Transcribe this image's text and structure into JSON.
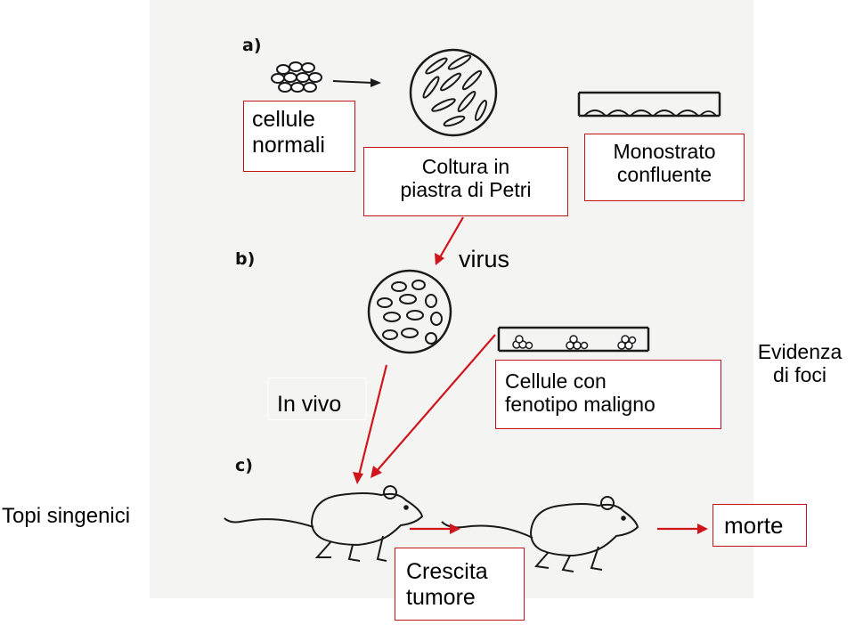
{
  "panels": {
    "a": "a)",
    "b": "b)",
    "c": "c)"
  },
  "labels": {
    "normal_cells": "cellule\nnormali",
    "petri_culture": "Coltura in\npiastra di Petri",
    "monolayer": "Monostrato\nconfluente",
    "virus": "virus",
    "in_vivo": "In vivo",
    "malignant_cells": "Cellule con\nfenotipo maligno",
    "foci": "Evidenza\ndi foci",
    "syngenic_mice": "Topi singenici",
    "tumor_growth": "Crescita\ntumore",
    "death": "morte"
  },
  "colors": {
    "arrow": "#d0141c",
    "box_border": "#c0141a",
    "drawing": "#1a1a1a"
  }
}
